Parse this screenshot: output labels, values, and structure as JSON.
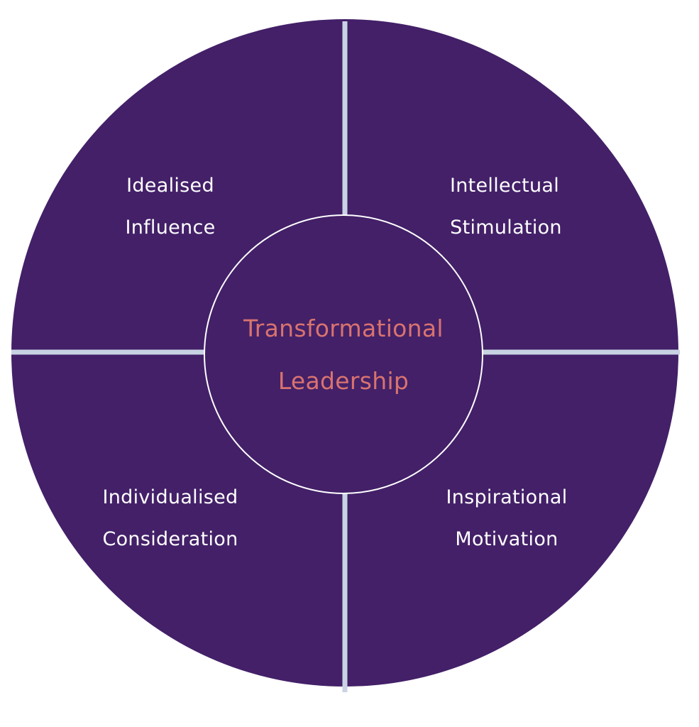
{
  "colors": {
    "background": "#ffffff",
    "circle_fill": "#432068",
    "divider": "#c9d3e3",
    "inner_ring_stroke": "#ffffff",
    "quadrant_text": "#ffffff",
    "center_text": "#d9736f"
  },
  "center": {
    "line1": "Transformational",
    "line2": "Leadership"
  },
  "quadrants": {
    "top_left": {
      "line1": "Idealised",
      "line2": "Influence"
    },
    "top_right": {
      "line1": "Intellectual",
      "line2": "Stimulation"
    },
    "bottom_left": {
      "line1": "Individualised",
      "line2": "Consideration"
    },
    "bottom_right": {
      "line1": "Inspirational",
      "line2": "Motivation"
    }
  }
}
